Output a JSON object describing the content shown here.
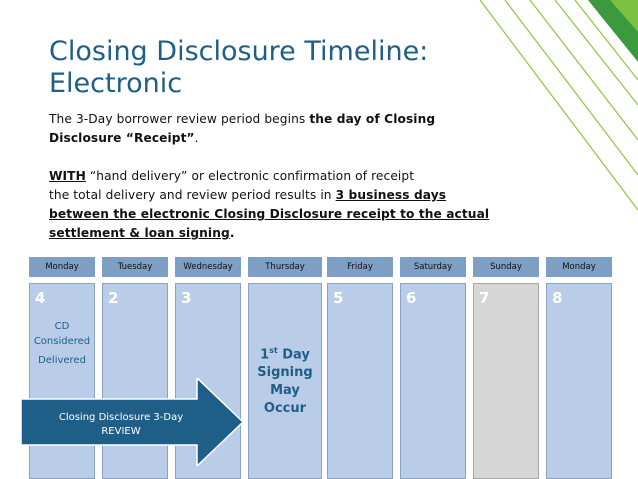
{
  "slide": {
    "title_line1": "Closing Disclosure Timeline:",
    "title_line2": "Electronic",
    "para1_a": "The 3-Day borrower review period begins ",
    "para1_b": "the day of Closing",
    "para1_c": "Disclosure “Receipt”",
    "para1_d": ".",
    "para2_a": "WITH",
    "para2_b": " “hand delivery” or electronic confirmation of receipt",
    "para2_c": "the total delivery and review period results in ",
    "para2_d": "3 business days",
    "para2_e": "between the electronic Closing Disclosure receipt to the actual",
    "para2_f": "settlement & loan signing",
    "para2_g": "."
  },
  "timeline": {
    "days": [
      {
        "name": "Monday",
        "number": "4",
        "bg": "#b9cde8"
      },
      {
        "name": "Tuesday",
        "number": "2",
        "bg": "#b9cde8"
      },
      {
        "name": "Wednesday",
        "number": "3",
        "bg": "#b9cde8"
      },
      {
        "name": "Thursday",
        "number": "",
        "bg": "#b9cde8"
      },
      {
        "name": "Friday",
        "number": "5",
        "bg": "#b9cde8"
      },
      {
        "name": "Saturday",
        "number": "6",
        "bg": "#b9cde8"
      },
      {
        "name": "Sunday",
        "number": "7",
        "bg": "#d6d6d6"
      },
      {
        "name": "Monday",
        "number": "8",
        "bg": "#b9cde8"
      }
    ],
    "cd_line1": "CD",
    "cd_line2": "Considered",
    "cd_line3": "Delivered",
    "sign_line1_num": "1",
    "sign_line1_sup": "st",
    "sign_line1_rest": " Day",
    "sign_line2": "Signing",
    "sign_line3": "May",
    "sign_line4": "Occur",
    "arrow_line1": "Closing Disclosure 3-Day",
    "arrow_line2": "REVIEW"
  },
  "colors": {
    "title": "#1f5e86",
    "day_header": "#7f9ec4",
    "day_column": "#b9cde8",
    "weekend_column": "#d6d6d6",
    "arrow": "#1f5e86",
    "accent_green": "#3c9a3e"
  },
  "decor": "green-diagonal-lines-top-right"
}
